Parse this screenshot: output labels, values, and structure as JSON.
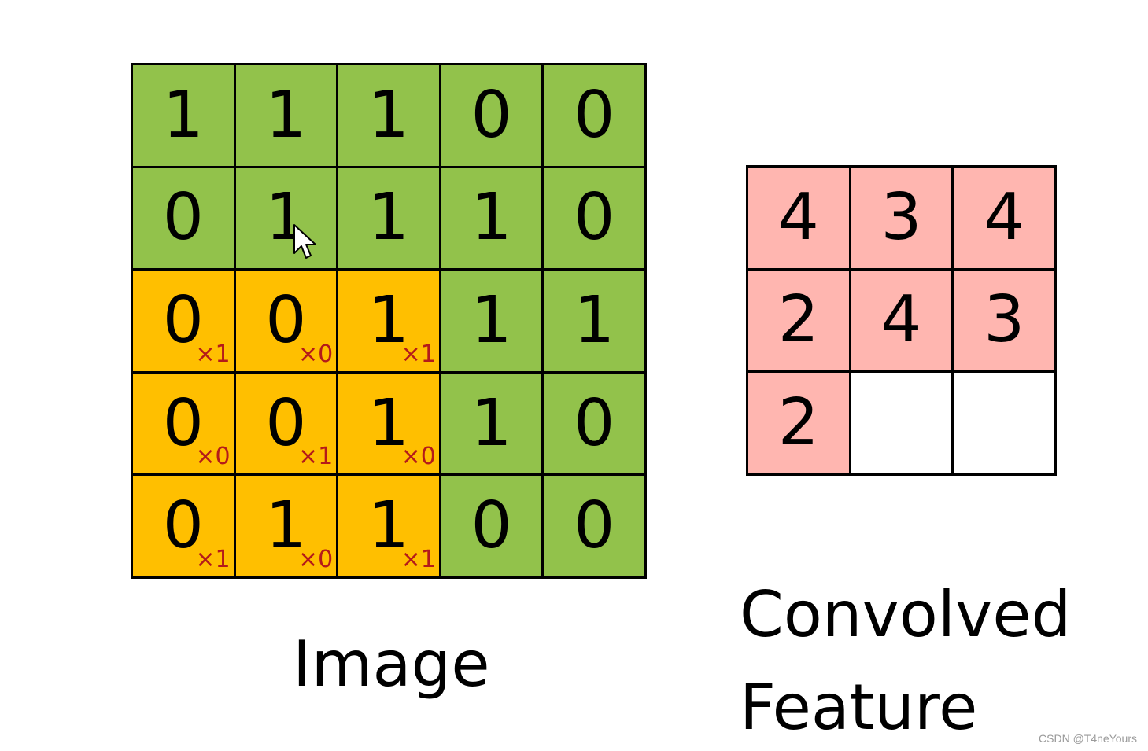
{
  "image": {
    "label": "Image",
    "cells": [
      [
        "1",
        "1",
        "1",
        "0",
        "0"
      ],
      [
        "0",
        "1",
        "1",
        "1",
        "0"
      ],
      [
        "0",
        "0",
        "1",
        "1",
        "1"
      ],
      [
        "0",
        "0",
        "1",
        "1",
        "0"
      ],
      [
        "0",
        "1",
        "1",
        "0",
        "0"
      ]
    ],
    "kernel_weights": [
      [
        "×1",
        "×0",
        "×1"
      ],
      [
        "×0",
        "×1",
        "×0"
      ],
      [
        "×1",
        "×0",
        "×1"
      ]
    ],
    "kernel_position": {
      "row": 2,
      "col": 0
    },
    "base_color": "#92c24b",
    "kernel_color": "#ffbf00",
    "weight_color": "#b41a1a"
  },
  "feature": {
    "label_line1": "Convolved",
    "label_line2": "Feature",
    "cells": [
      [
        "4",
        "3",
        "4"
      ],
      [
        "2",
        "4",
        "3"
      ],
      [
        "2",
        "",
        ""
      ]
    ],
    "filled_color": "#ffb6b0",
    "empty_color": "#ffffff"
  },
  "watermark": "CSDN @T4neYours"
}
